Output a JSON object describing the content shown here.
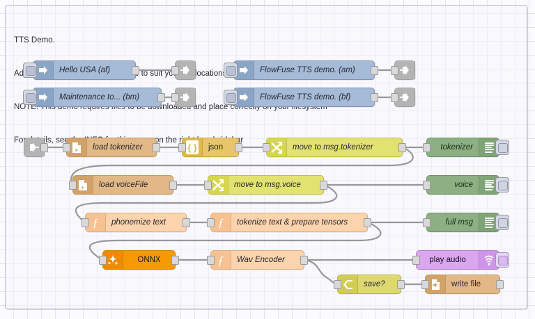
{
  "group": {
    "title_lines": [
      "TTS Demo.",
      "Adjust the ENV VARs on this group to suit your file locations and model selection",
      "NOTE: This demo requires files to be downloaded and place correctly on your filesystem",
      "For details, see the INFO for this group on the right hand sidebar"
    ]
  },
  "colors": {
    "canvas": "#fbfbfe",
    "grid": "#e3e3f0",
    "group_border": "#b9bdd6",
    "wire": "#989898",
    "inject": "#a6bbd7",
    "link": "#c3c3c3",
    "file": "#e2b887",
    "json": "#e8c56a",
    "change": "#e2e270",
    "switch": "#ddd872",
    "function": "#fbd3ad",
    "debug": "#8cb083",
    "onnx": "#f59a00",
    "play_audio": "#d9a6ef"
  },
  "injects": [
    {
      "label": "Hello USA (af)",
      "icon": "inject-arrow-icon",
      "out": "link-out-icon"
    },
    {
      "label": "FlowFuse TTS demo. (am)",
      "icon": "inject-arrow-icon",
      "out": "link-out-icon"
    },
    {
      "label": "Maintenance to... (bm)",
      "icon": "inject-arrow-icon",
      "out": "link-out-icon"
    },
    {
      "label": "FlowFuse TTS demo. (bf)",
      "icon": "inject-arrow-icon",
      "out": "link-out-icon"
    }
  ],
  "nodes": {
    "link_in": {
      "label": "",
      "icon": "link-in-icon"
    },
    "load_tokenizer": {
      "label": "load tokenizer",
      "icon": "file-in-icon"
    },
    "json": {
      "label": "json",
      "icon": "json-braces-icon"
    },
    "move_tokenizer": {
      "label": "move to msg.tokenizer",
      "icon": "change-swap-icon"
    },
    "debug_tokenizer": {
      "label": "tokenizer",
      "icon": "debug-lines-icon"
    },
    "load_voicefile": {
      "label": "load voiceFile",
      "icon": "file-in-icon"
    },
    "move_voice": {
      "label": "move to msg.voice",
      "icon": "change-swap-icon"
    },
    "debug_voice": {
      "label": "voice",
      "icon": "debug-lines-icon"
    },
    "phonemize": {
      "label": "phonemize text",
      "icon": "function-f-icon"
    },
    "tokenize": {
      "label": "tokenize text & prepare tensors",
      "icon": "function-f-icon"
    },
    "debug_full": {
      "label": "full msg",
      "icon": "debug-lines-icon"
    },
    "onnx": {
      "label": "ONNX",
      "icon": "onnx-sparkle-icon"
    },
    "wav_encoder": {
      "label": "Wav Encoder",
      "icon": "function-f-icon"
    },
    "play_audio": {
      "label": "play audio",
      "icon": "speaker-wave-icon"
    },
    "save": {
      "label": "save?",
      "icon": "switch-branch-icon"
    },
    "write_file": {
      "label": "write file",
      "icon": "file-out-icon"
    }
  }
}
